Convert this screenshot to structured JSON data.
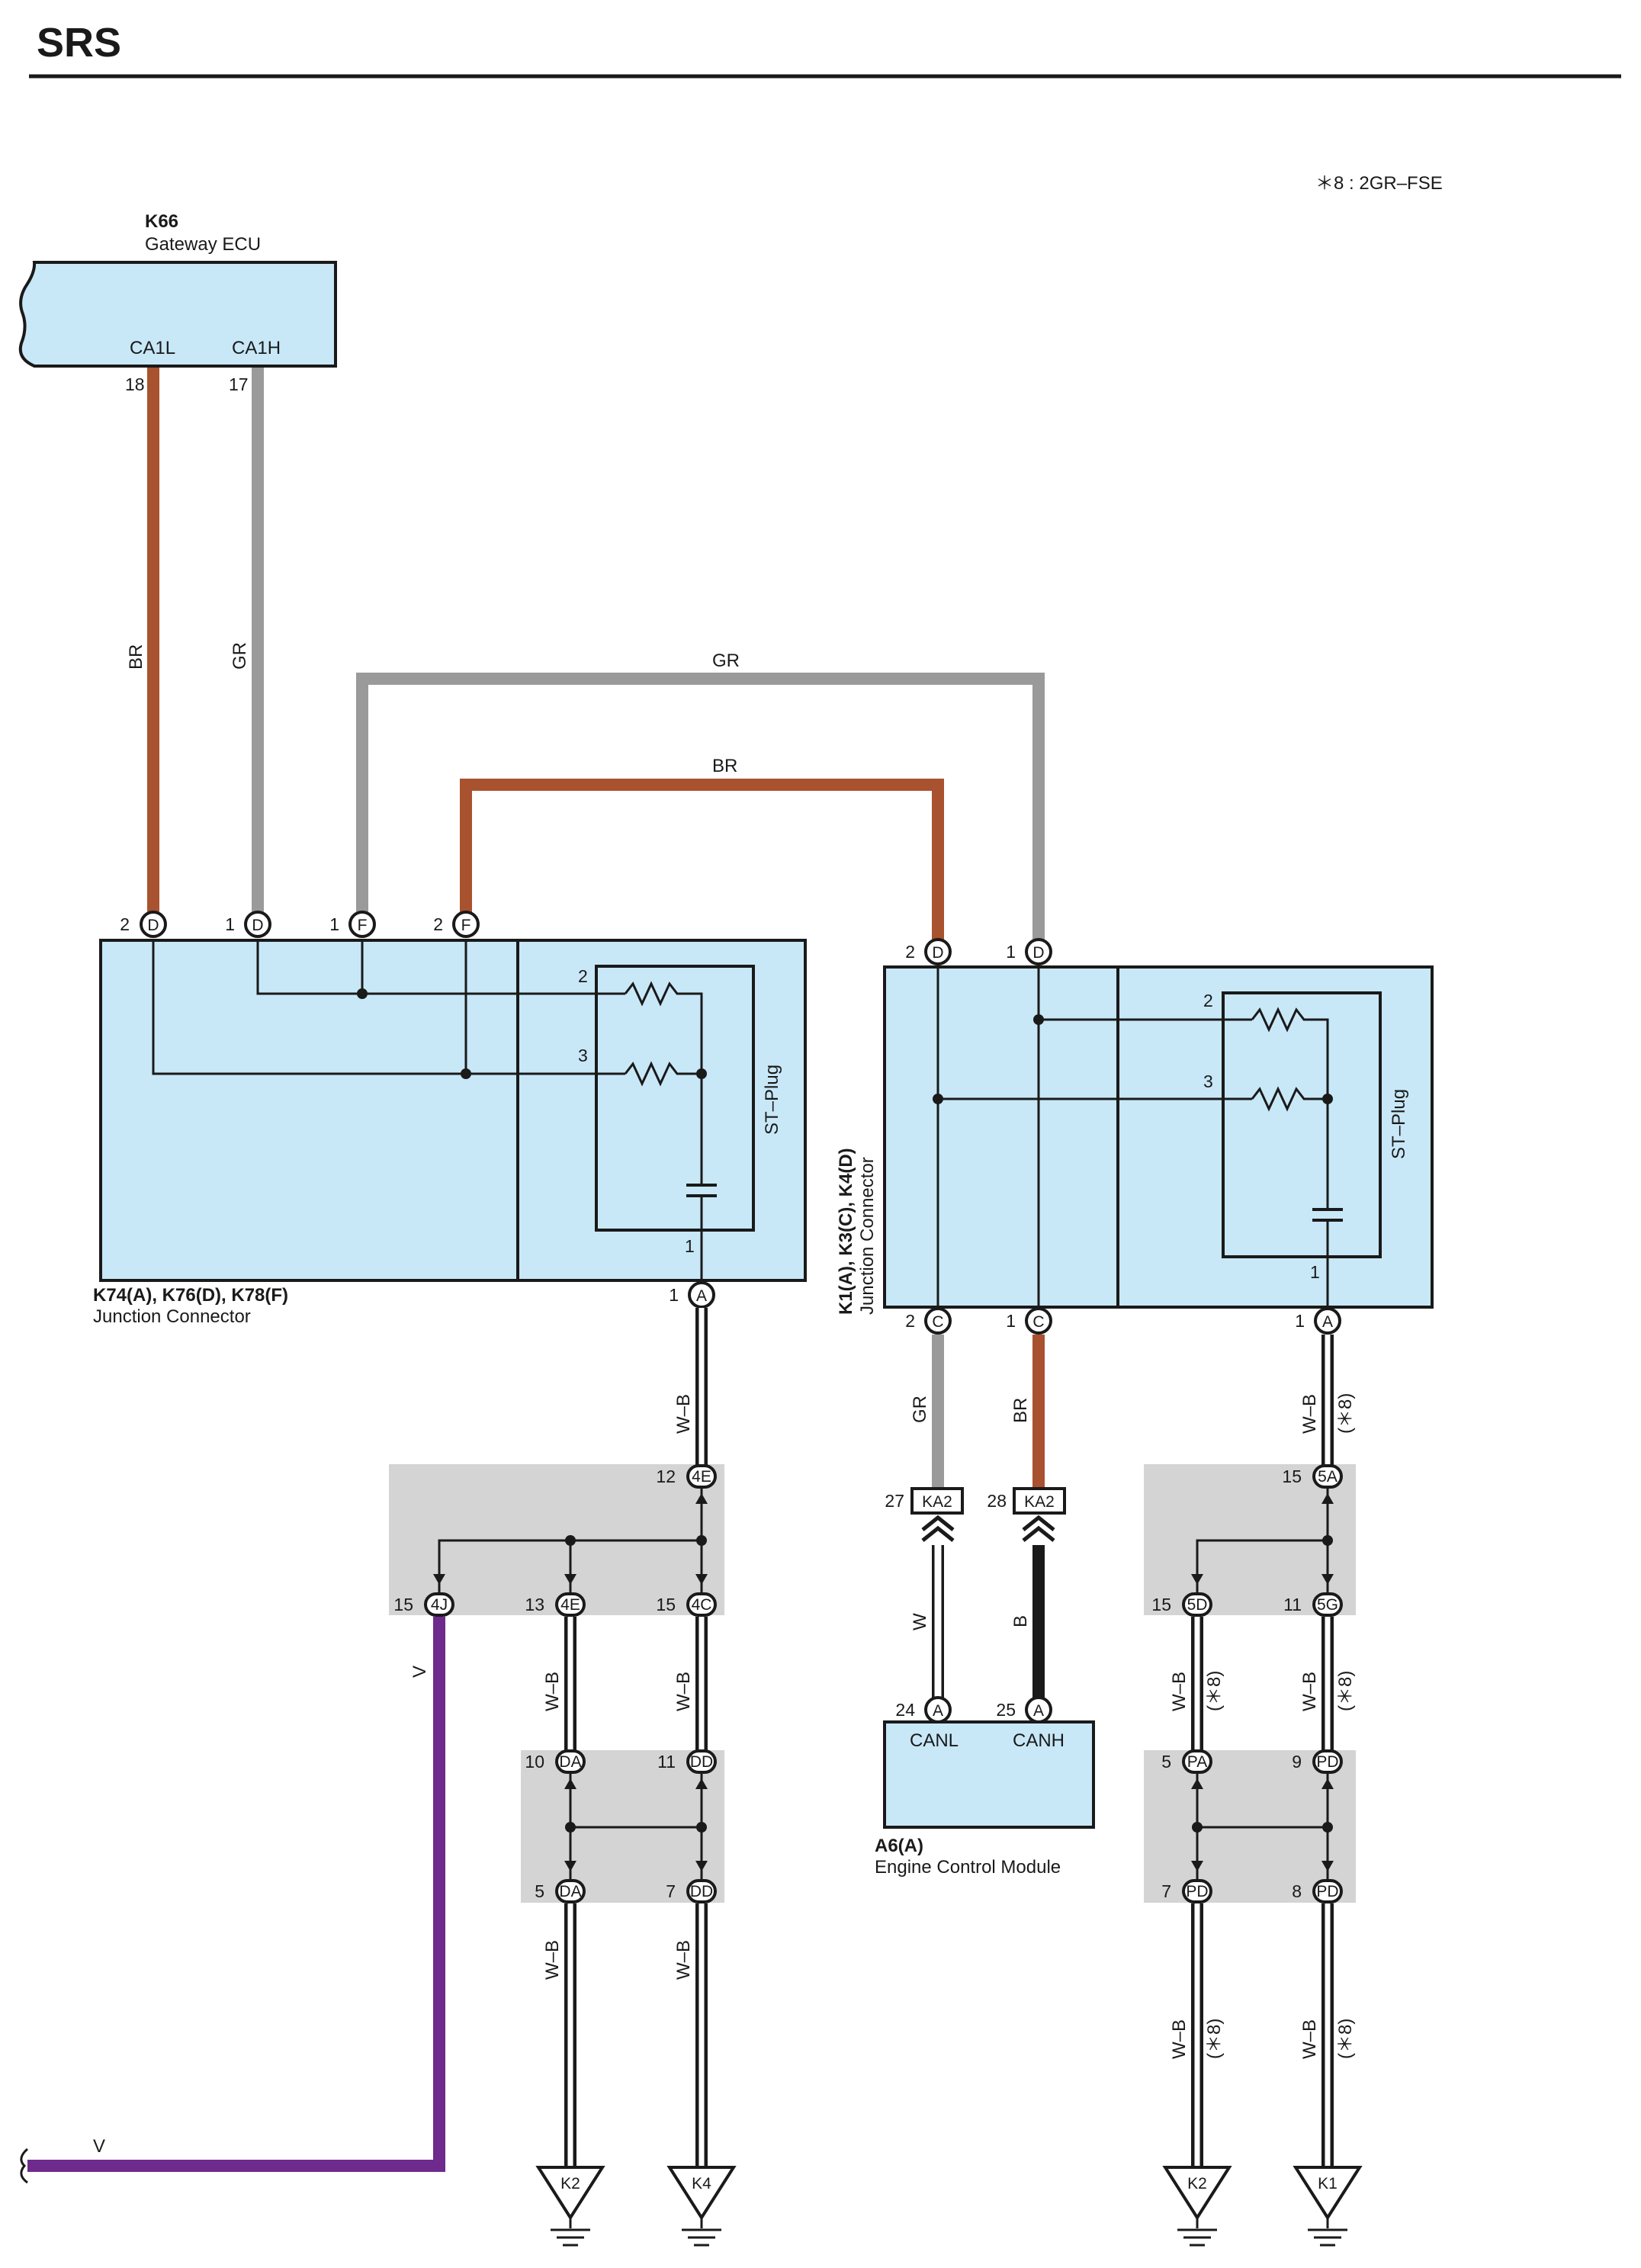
{
  "page": {
    "title": "SRS",
    "note": "＊8 : 2GR–FSE"
  },
  "k66": {
    "id": "K66",
    "name": "Gateway ECU",
    "terminals": [
      "CA1L",
      "CA1H"
    ],
    "pins": [
      "18",
      "17"
    ]
  },
  "jc_left": {
    "id": "K74(A), K76(D), K78(F)",
    "name": "Junction Connector",
    "plug": "ST–Plug",
    "top_pins": [
      {
        "num": "2",
        "code": "D"
      },
      {
        "num": "1",
        "code": "D"
      },
      {
        "num": "1",
        "code": "F"
      },
      {
        "num": "2",
        "code": "F"
      }
    ],
    "inner_pins": [
      "2",
      "3",
      "1"
    ],
    "bottom_pin": {
      "num": "1",
      "code": "A"
    }
  },
  "jc_right": {
    "id": "K1(A), K3(C), K4(D)",
    "name": "Junction Connector",
    "plug": "ST–Plug",
    "top_pins": [
      {
        "num": "2",
        "code": "D"
      },
      {
        "num": "1",
        "code": "D"
      }
    ],
    "inner_pins": [
      "2",
      "3",
      "1"
    ],
    "bottom_pins": [
      {
        "num": "2",
        "code": "C"
      },
      {
        "num": "1",
        "code": "C"
      },
      {
        "num": "1",
        "code": "A"
      }
    ]
  },
  "wires": {
    "br": "BR",
    "gr": "GR",
    "v": "V",
    "wb": "W–B",
    "w": "W",
    "b": "B",
    "note8": "(＊8)",
    "colors": {
      "BR": "#a9522f",
      "GR": "#9a9a9a",
      "V": "#6e2a8c",
      "B": "#1a1a1a",
      "body": "#c8e8f8",
      "splice": "#d4d4d4"
    }
  },
  "splices": {
    "s1": {
      "in": {
        "num": "12",
        "code": "4E"
      },
      "outs": [
        {
          "num": "15",
          "code": "4J"
        },
        {
          "num": "13",
          "code": "4E"
        },
        {
          "num": "15",
          "code": "4C"
        }
      ]
    },
    "s2": {
      "ins": [
        {
          "num": "10",
          "code": "DA"
        },
        {
          "num": "11",
          "code": "DD"
        }
      ],
      "outs": [
        {
          "num": "5",
          "code": "DA"
        },
        {
          "num": "7",
          "code": "DD"
        }
      ]
    },
    "s3": {
      "in": {
        "num": "15",
        "code": "5A"
      },
      "outs": [
        {
          "num": "15",
          "code": "5D"
        },
        {
          "num": "11",
          "code": "5G"
        }
      ]
    },
    "s4": {
      "ins": [
        {
          "num": "5",
          "code": "PA"
        },
        {
          "num": "9",
          "code": "PD"
        }
      ],
      "outs": [
        {
          "num": "7",
          "code": "PD"
        },
        {
          "num": "8",
          "code": "PD"
        }
      ]
    }
  },
  "ka2": {
    "code": "KA2",
    "pins": [
      "27",
      "28"
    ]
  },
  "ecm": {
    "id": "A6(A)",
    "name": "Engine Control Module",
    "terminals": [
      "CANL",
      "CANH"
    ],
    "pins": [
      {
        "num": "24",
        "code": "A"
      },
      {
        "num": "25",
        "code": "A"
      }
    ]
  },
  "grounds": [
    "K2",
    "K4",
    "K2",
    "K1"
  ]
}
